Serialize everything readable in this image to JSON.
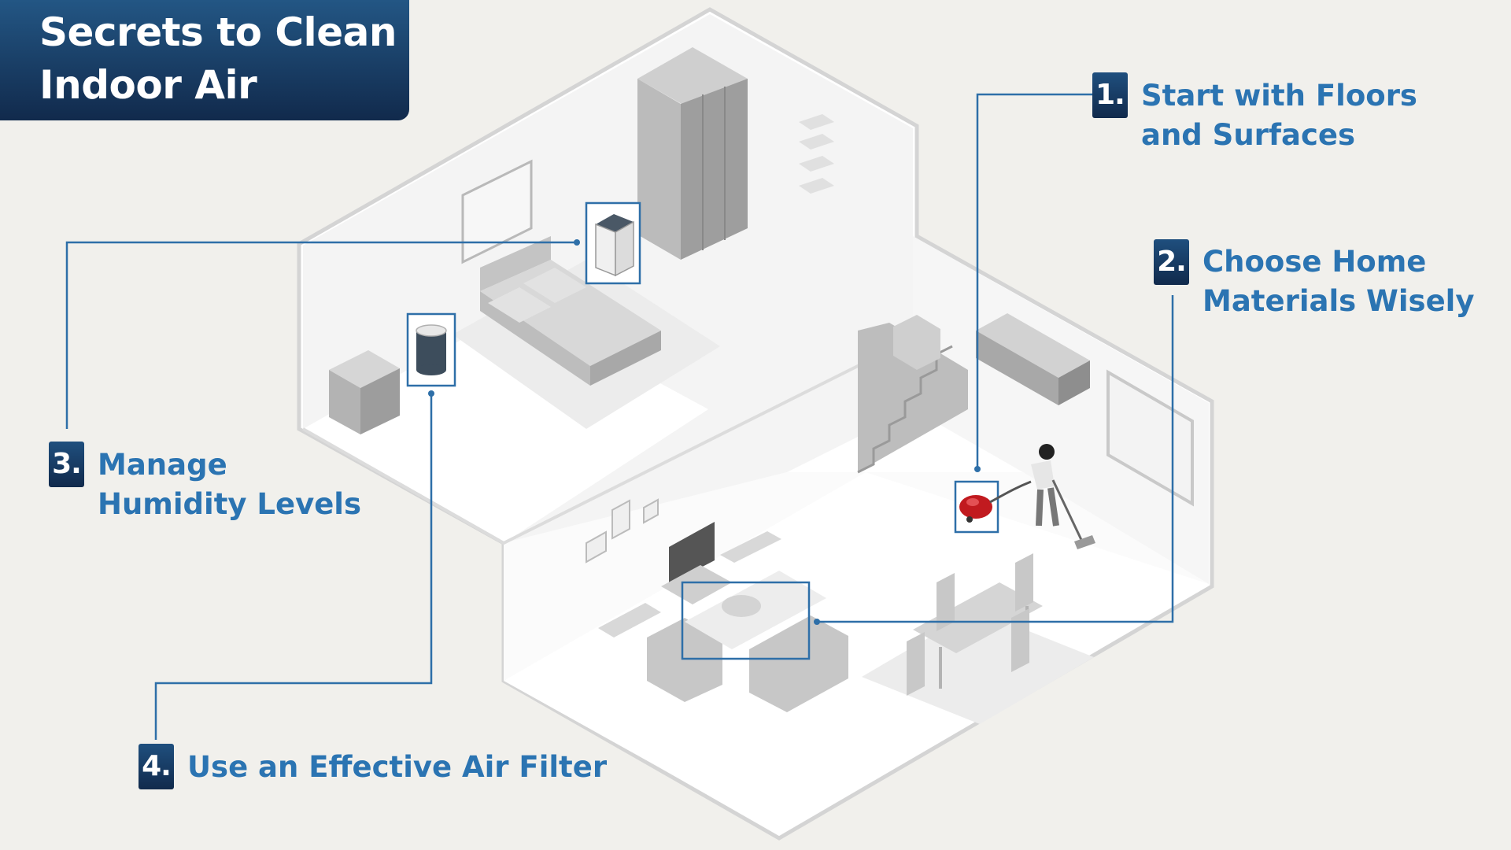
{
  "title": {
    "line1": "Secrets to Clean",
    "line2": "Indoor Air"
  },
  "steps": [
    {
      "number": "1.",
      "line1": "Start with Floors",
      "line2": "and Surfaces"
    },
    {
      "number": "2.",
      "line1": "Choose Home",
      "line2": "Materials Wisely"
    },
    {
      "number": "3.",
      "line1": "Manage",
      "line2": "Humidity Levels"
    },
    {
      "number": "4.",
      "line1": "Use an Effective Air Filter"
    }
  ],
  "colors": {
    "background": "#f1f0ec",
    "title_gradient_top": "#235684",
    "title_gradient_bottom": "#112a4c",
    "accent_text": "#2b74b2",
    "callout_line": "#2e6fa8",
    "vacuum": "#c11a1f",
    "purifier_body": "#3d4d5c"
  },
  "icons": [
    "house-cutaway-illustration",
    "dehumidifier-icon",
    "air-purifier-icon",
    "vacuum-cleaner-icon",
    "rug-highlight-icon"
  ]
}
